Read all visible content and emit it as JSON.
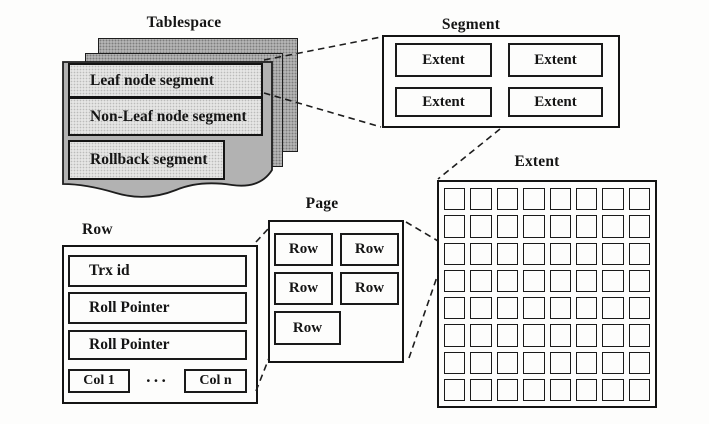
{
  "figure": {
    "labels": {
      "tablespace": "Tablespace",
      "segment": "Segment",
      "extent": "Extent",
      "page": "Page",
      "row": "Row"
    },
    "colors": {
      "sheet_gray": "#b4b4b4",
      "band_gray": "#e5e5e4",
      "ink": "#141414",
      "background": "#fdfdfc"
    },
    "tablespace": {
      "bands": [
        "Leaf node segment",
        "Non-Leaf node segment",
        "Rollback segment"
      ]
    },
    "segment": {
      "extents": [
        "Extent",
        "Extent",
        "Extent",
        "Extent"
      ]
    },
    "extent_grid": {
      "rows": 8,
      "cols": 8,
      "cells": 64
    },
    "page": {
      "rows": [
        "Row",
        "Row",
        "Row",
        "Row",
        "Row"
      ]
    },
    "row": {
      "fields": [
        "Trx id",
        "Roll Pointer",
        "Roll Pointer"
      ],
      "col_first": "Col 1",
      "ellipsis": "···",
      "col_last": "Col n"
    }
  }
}
